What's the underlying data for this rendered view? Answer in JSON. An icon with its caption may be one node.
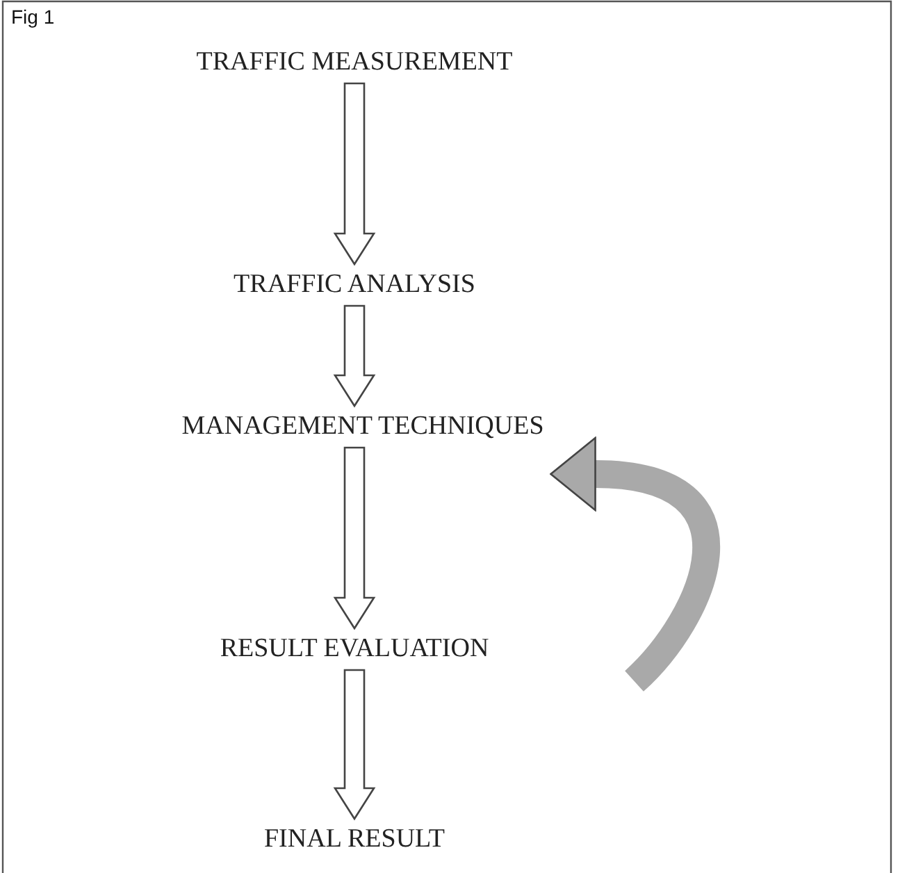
{
  "diagram": {
    "title": "Fig 1",
    "nodes": [
      {
        "text": [
          "TRAFFIC MEASUREMENT"
        ]
      },
      {
        "text": [
          "TRAFFIC ANALYSIS"
        ]
      },
      {
        "text": [
          "MANAGEMENT TECHNIQUES"
        ]
      },
      {
        "text": [
          "RESULT EVALUATION"
        ]
      },
      {
        "text": [
          "FINAL RESULT"
        ]
      }
    ],
    "edges": [
      {
        "from": 0,
        "to": 1,
        "arrow": "to"
      },
      {
        "from": 1,
        "to": 2,
        "arrow": "to"
      },
      {
        "from": 2,
        "to": 3,
        "arrow": "to"
      },
      {
        "from": 3,
        "to": 4,
        "arrow": "to"
      },
      {
        "from": null,
        "to": 2,
        "arrow": "to",
        "color": "#a9a9a9"
      }
    ]
  }
}
